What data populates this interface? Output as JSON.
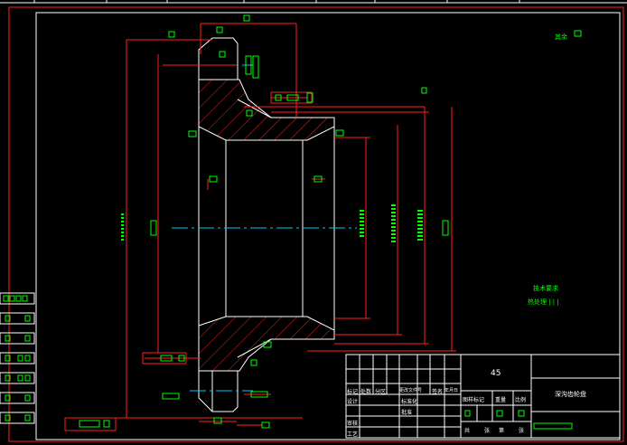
{
  "colors": {
    "background": "#000000",
    "frame": "#ffffff",
    "dimension": "#ff2020",
    "text": "#00ff00",
    "centerline": "#00c8ff",
    "hatch": "#ff2020"
  },
  "drawing": {
    "material": "45",
    "technical_requirements_title": "技术要求",
    "technical_requirements_line": "热处理 | | |",
    "remaining_note": "其余",
    "title_label": "深沟齿轮盘"
  },
  "title_block": {
    "row_labels_left": [
      "标记",
      "处数",
      "分区",
      "更改文件号",
      "签名",
      "年月日"
    ],
    "designer_rows": [
      "设计",
      "审核",
      "工艺"
    ],
    "std_rows": [
      "标准化",
      "批准"
    ],
    "stage_labels": [
      "图样标记",
      "重量",
      "比例"
    ],
    "sheet_labels": [
      "共",
      "张",
      "第",
      "张"
    ]
  }
}
